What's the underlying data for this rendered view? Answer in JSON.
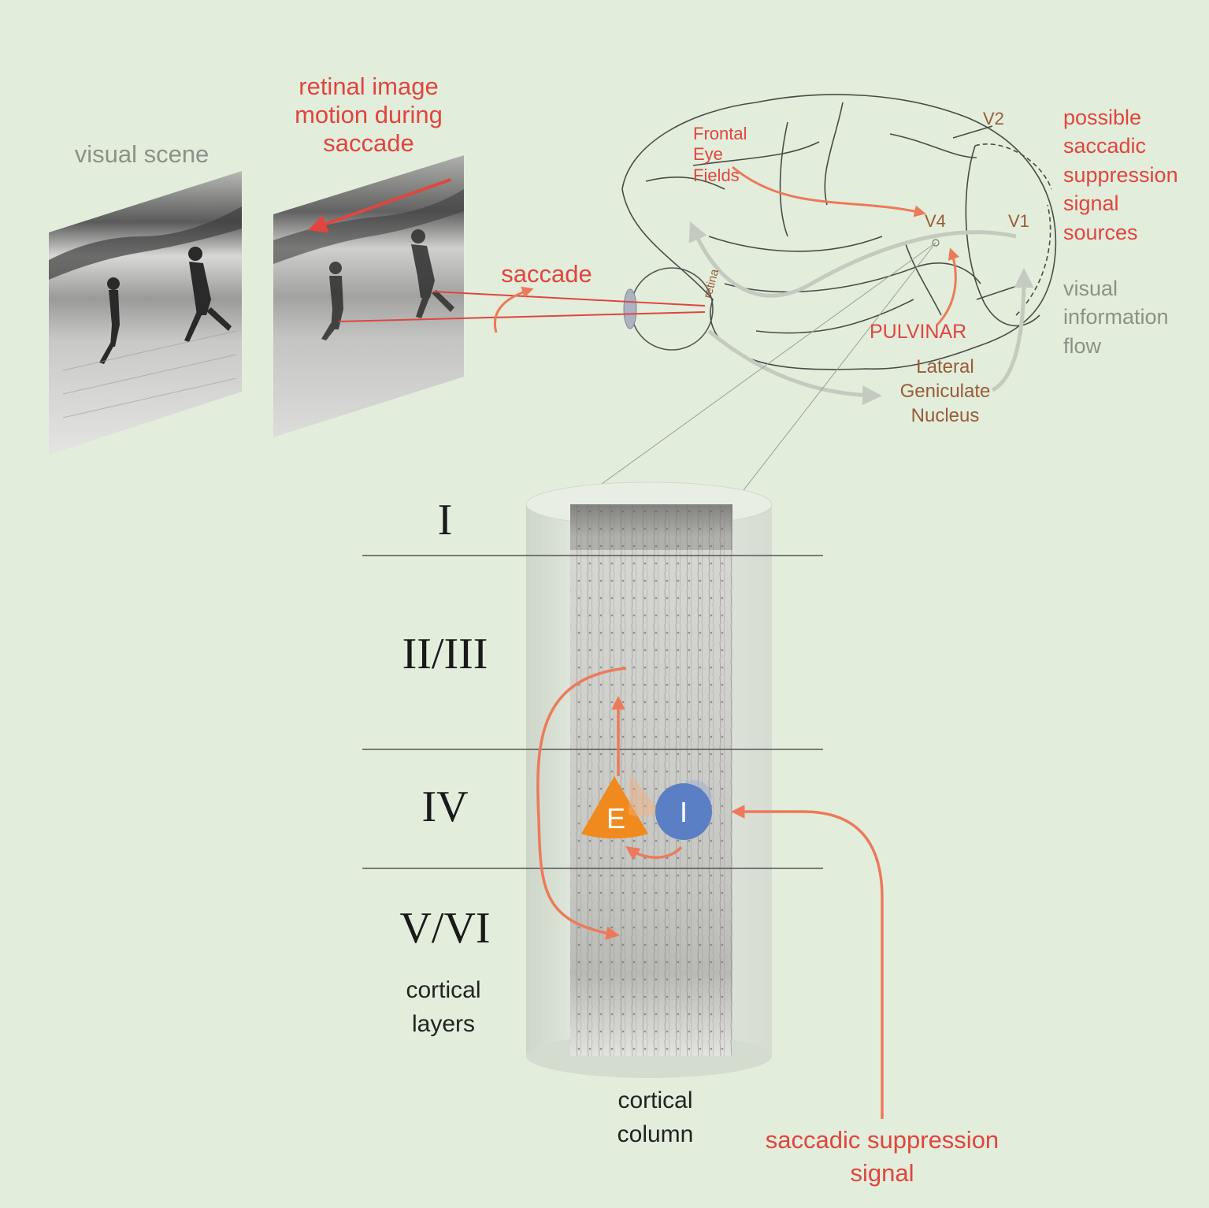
{
  "scene": {
    "visual_scene_label": "visual scene",
    "retinal_motion_label": "retinal image\nmotion during\nsaccade",
    "saccade_label": "saccade"
  },
  "brain": {
    "areas": {
      "fef": "Frontal\nEye\nFields",
      "v2": "V2",
      "v4": "V4",
      "v1": "V1",
      "retina": "retina",
      "pulvinar": "PULVINAR",
      "lgn": "Lateral\nGeniculate\nNucleus"
    },
    "suppression_sources_label": "possible\nsaccadic\nsuppression\nsignal\nsources",
    "info_flow_label": "visual\ninformation\nflow"
  },
  "column": {
    "layers": [
      "I",
      "II/III",
      "IV",
      "V/VI"
    ],
    "layers_caption": "cortical\nlayers",
    "column_caption": "cortical\ncolumn",
    "excitatory_label": "E",
    "inhibitory_label": "I",
    "suppression_signal_label": "saccadic suppression\nsignal"
  },
  "colors": {
    "background": "#e2eedb",
    "red_text": "#e0453f",
    "gray_text": "#8c9088",
    "arrow_salmon": "#ec7a5a",
    "excitatory_orange": "#f08a1e",
    "inhibitory_blue": "#5a7fc4"
  }
}
